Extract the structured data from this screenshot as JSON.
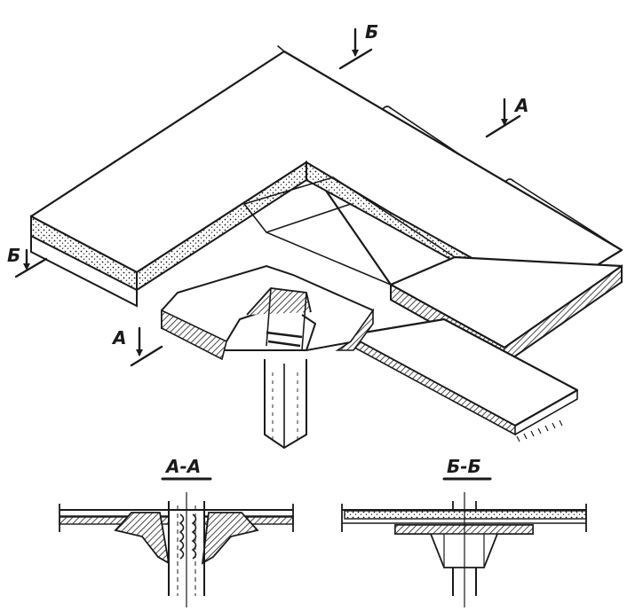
{
  "section_markers": {
    "a_upper": "А",
    "b_upper": "Б",
    "b_left": "Б",
    "a_left": "А"
  },
  "section_titles": {
    "a_a": "А-А",
    "b_b": "Б-Б"
  },
  "colors": {
    "ink": "#1a1a1a",
    "paper": "#ffffff"
  }
}
